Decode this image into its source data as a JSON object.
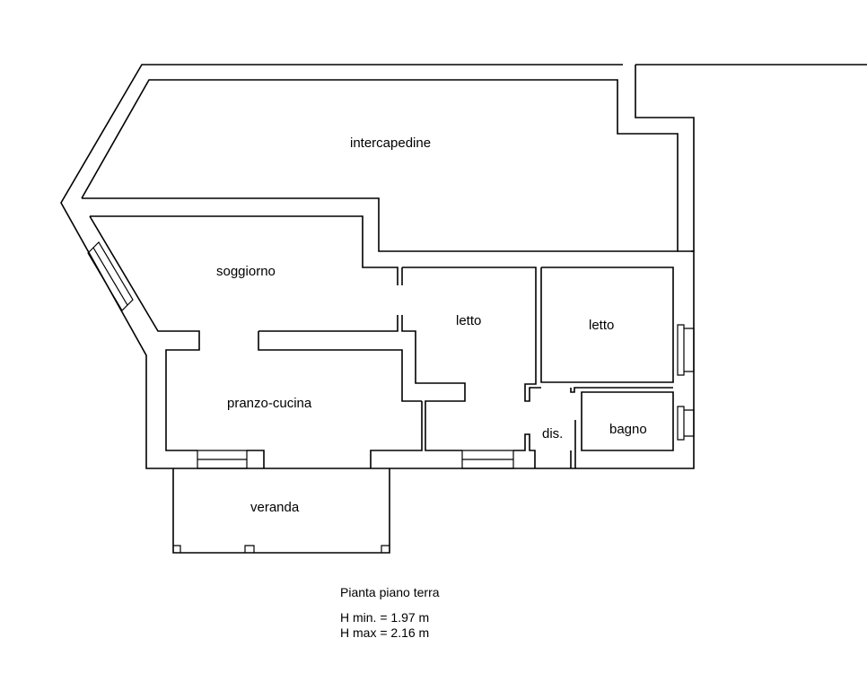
{
  "plan": {
    "rooms": {
      "intercapedine": "intercapedine",
      "soggiorno": "soggiorno",
      "letto_1": "letto",
      "letto_2": "letto",
      "pranzo_cucina": "pranzo-cucina",
      "dis": "dis.",
      "bagno": "bagno",
      "veranda": "veranda"
    },
    "caption": {
      "title": "Pianta piano terra",
      "h_min": "H min. = 1.97 m",
      "h_max": "H max = 2.16 m"
    }
  }
}
